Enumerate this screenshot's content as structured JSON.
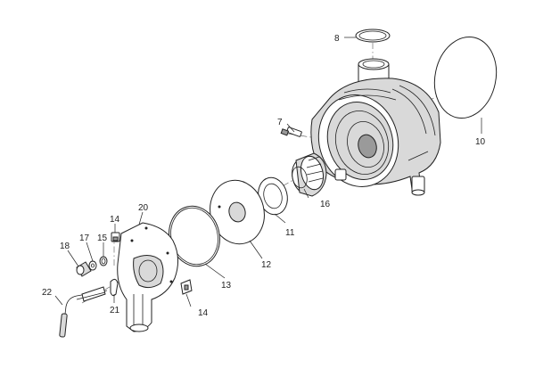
{
  "diagram": {
    "callouts": {
      "c7": "7",
      "c8": "8",
      "c10": "10",
      "c11": "11",
      "c12": "12",
      "c13": "13",
      "c14a": "14",
      "c14b": "14",
      "c15": "15",
      "c16": "16",
      "c17": "17",
      "c18": "18",
      "c20": "20",
      "c21": "21",
      "c22": "22"
    }
  }
}
